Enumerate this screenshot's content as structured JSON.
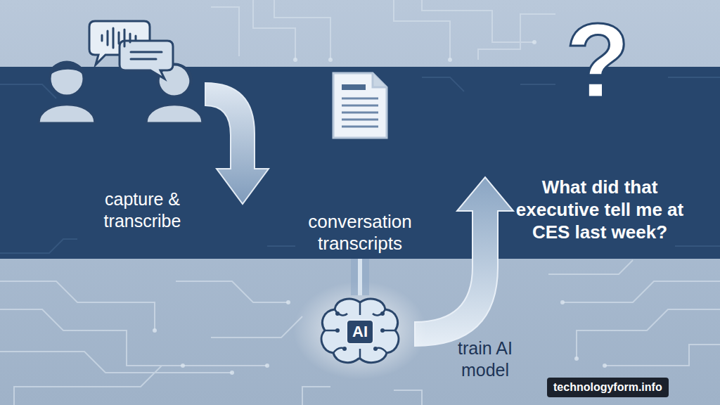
{
  "diagram": {
    "nodes": [
      {
        "text": [
          "conversation transcripts"
        ]
      },
      {
        "text": [
          "AI"
        ]
      },
      {
        "text": [
          "technologyform.info"
        ]
      }
    ],
    "edges": [
      {
        "from": 0,
        "to": 1,
        "arrow": "none"
      }
    ],
    "labels": [
      "capture & transcribe",
      "train AI model",
      "?",
      "What did that executive tell me at CES last week?"
    ]
  }
}
